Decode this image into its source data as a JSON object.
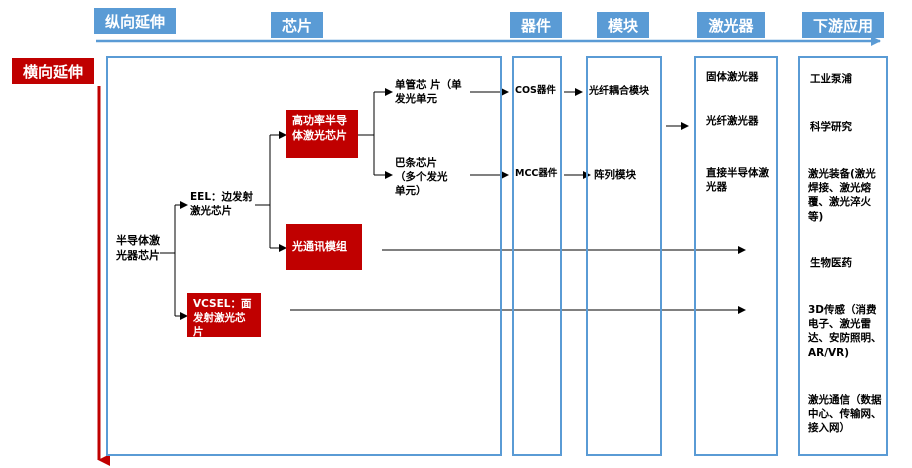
{
  "headers": {
    "vertical_ext": "纵向延伸",
    "chip": "芯片",
    "device": "器件",
    "module": "模块",
    "laser": "激光器",
    "downstream": "下游应用",
    "horizontal_ext": "横向延伸"
  },
  "nodes": {
    "semiconductor_laser_chip": "半导体激光器芯片",
    "eel": "EEL：边发射激光芯片",
    "vcsel": "VCSEL：面发射激光芯片",
    "high_power": "高功率半导体激光芯片",
    "optical_comm": "光通讯模组",
    "single_tube": "单管芯 片（单发光单元",
    "bar_chip": "巴条芯片（多个发光单元）",
    "cos": "COS器件",
    "mcc": "MCC器件",
    "fiber_coupled": "光纤耦合模块",
    "array_module": "阵列模块",
    "solid_laser": "固体激光器",
    "fiber_laser": "光纤激光器",
    "direct_laser": "直接半导体激光器"
  },
  "downstream": [
    "工业泵浦",
    "科学研究",
    "激光装备(激光焊接、激光熔覆、激光淬火等)",
    "生物医药",
    "3D传感（消费电子、激光雷达、安防照明、AR/VR)",
    "激光通信（数据中心、传输网、接入网）"
  ],
  "colors": {
    "accent_blue": "#5a9bd5",
    "accent_red": "#c00000"
  }
}
